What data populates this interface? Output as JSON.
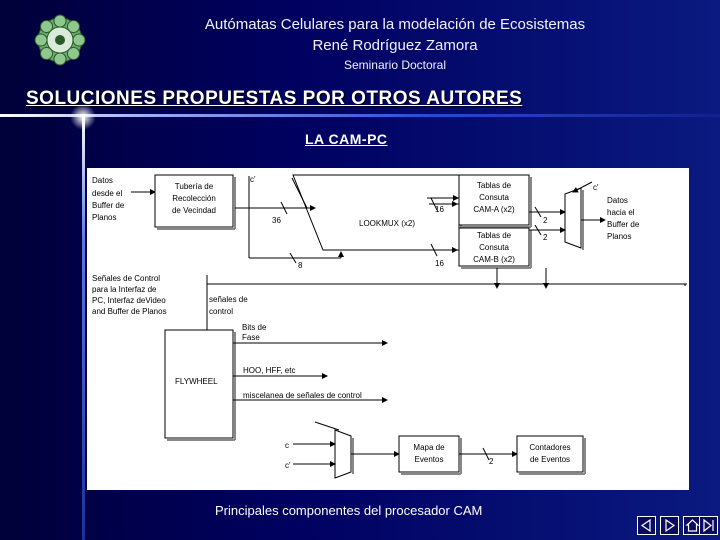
{
  "header": {
    "line1": "Autómatas Celulares para la modelación de Ecosistemas",
    "line2": "René Rodríguez Zamora",
    "line3": "Seminario Doctoral"
  },
  "section_title": "SOLUCIONES PROPUESTAS POR OTROS AUTORES",
  "subtitle": "LA CAM-PC",
  "diagram": {
    "datos_entrada": [
      "Datos",
      "desde el",
      "Buffer de",
      "Planos"
    ],
    "tuberia": [
      "Tubería de",
      "Recolección",
      "de Vecindad"
    ],
    "lookmux": "LOOKMUX (x2)",
    "tablas_a": [
      "Tablas de",
      "Consuta",
      "CAM-A (x2)"
    ],
    "tablas_b": [
      "Tablas de",
      "Consuta",
      "CAM-B (x2)"
    ],
    "datos_salida": [
      "Datos",
      "hacia el",
      "Buffer de",
      "Planos"
    ],
    "senales_control": [
      "Señales de Control",
      "para la Interfaz de",
      "PC, Interfaz deVideo",
      "and Buffer de Planos"
    ],
    "senales_de_control": [
      "señales de",
      "control"
    ],
    "bits_fase": [
      "Bits de",
      "Fase"
    ],
    "flywheel": "FLYWHEEL",
    "hoo": "HOO, HFF, etc",
    "misc": "miscelanea de señales de control",
    "mapa": [
      "Mapa de",
      "Eventos"
    ],
    "contadores": [
      "Contadores",
      "de Eventos"
    ],
    "labels": {
      "c1": "c'",
      "c2": "c'",
      "c3": "c'",
      "c": "c",
      "n36": "36",
      "n8": "8",
      "n16a": "16",
      "n16b": "16",
      "n2a": "2",
      "n2b": "2",
      "n2c": "2"
    }
  },
  "caption": "Principales componentes del procesador CAM",
  "nav": {
    "icons": [
      "nav-prev-icon",
      "nav-next-icon",
      "nav-home-icon",
      "nav-end-icon"
    ]
  }
}
